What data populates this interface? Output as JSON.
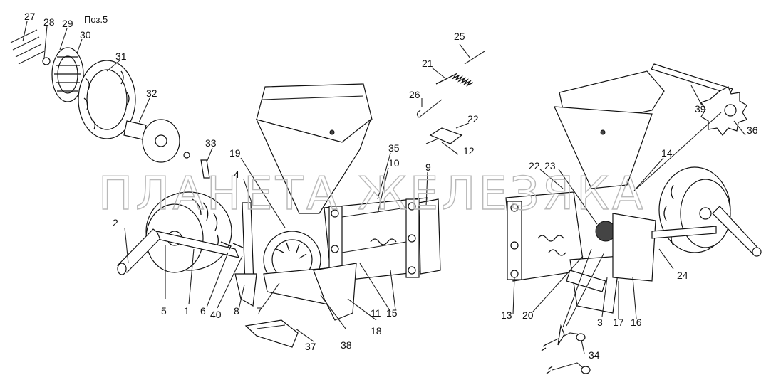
{
  "header": "Поз.5",
  "watermark": "ПЛАНЕТА ЖЕЛЕЗЯКА",
  "callouts": [
    "27",
    "28",
    "29",
    "30",
    "31",
    "32",
    "33",
    "25",
    "21",
    "26",
    "22",
    "12",
    "35",
    "10",
    "9",
    "19",
    "4",
    "2",
    "5",
    "1",
    "6",
    "40",
    "8",
    "7",
    "37",
    "38",
    "18",
    "11",
    "15",
    "39",
    "36",
    "14",
    "22",
    "23",
    "24",
    "13",
    "20",
    "3",
    "17",
    "16",
    "34"
  ],
  "colors": {
    "ink": "#111111",
    "watermark": "#b9b9b9",
    "paper": "#ffffff"
  }
}
